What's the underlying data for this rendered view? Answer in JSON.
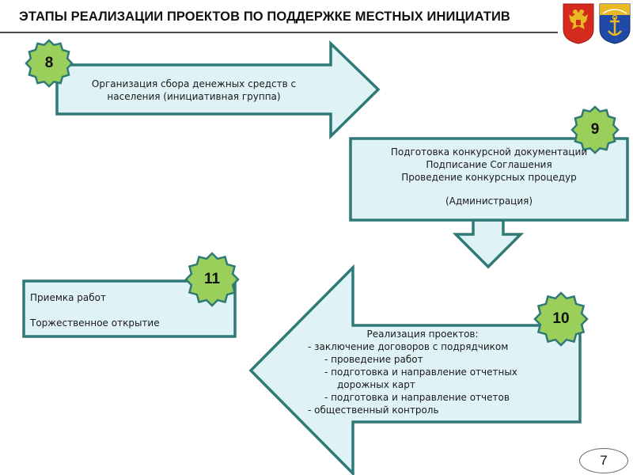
{
  "header": {
    "title": "ЭТАПЫ РЕАЛИЗАЦИИ ПРОЕКТОВ ПО ПОДДЕРЖКЕ МЕСТНЫХ ИНИЦИАТИВ"
  },
  "stages": [
    {
      "number": "8",
      "lines": [
        "Организация сбора денежных средств с",
        "населения (инициативная группа)"
      ]
    },
    {
      "number": "9",
      "lines": [
        "Подготовка конкурсной документации",
        "Подписание Соглашения",
        "Проведение конкурсных процедур",
        "(Администрация)"
      ]
    },
    {
      "number": "10",
      "heading": "Реализация проектов:",
      "lines": [
        "- заключение договоров с подрядчиком",
        "- проведение работ",
        "- подготовка и направление отчетных",
        "дорожных карт",
        "- подготовка и направление отчетов",
        "- общественный контроль"
      ]
    },
    {
      "number": "11",
      "lines": [
        "Приемка работ",
        "Торжественное открытие"
      ]
    }
  ],
  "footer": {
    "page_number": "7"
  },
  "colors": {
    "shape_fill": "#dff3f6",
    "shape_stroke": "#2f7a77",
    "badge_fill": "#9bcf5b",
    "badge_stroke": "#2f7a77"
  }
}
